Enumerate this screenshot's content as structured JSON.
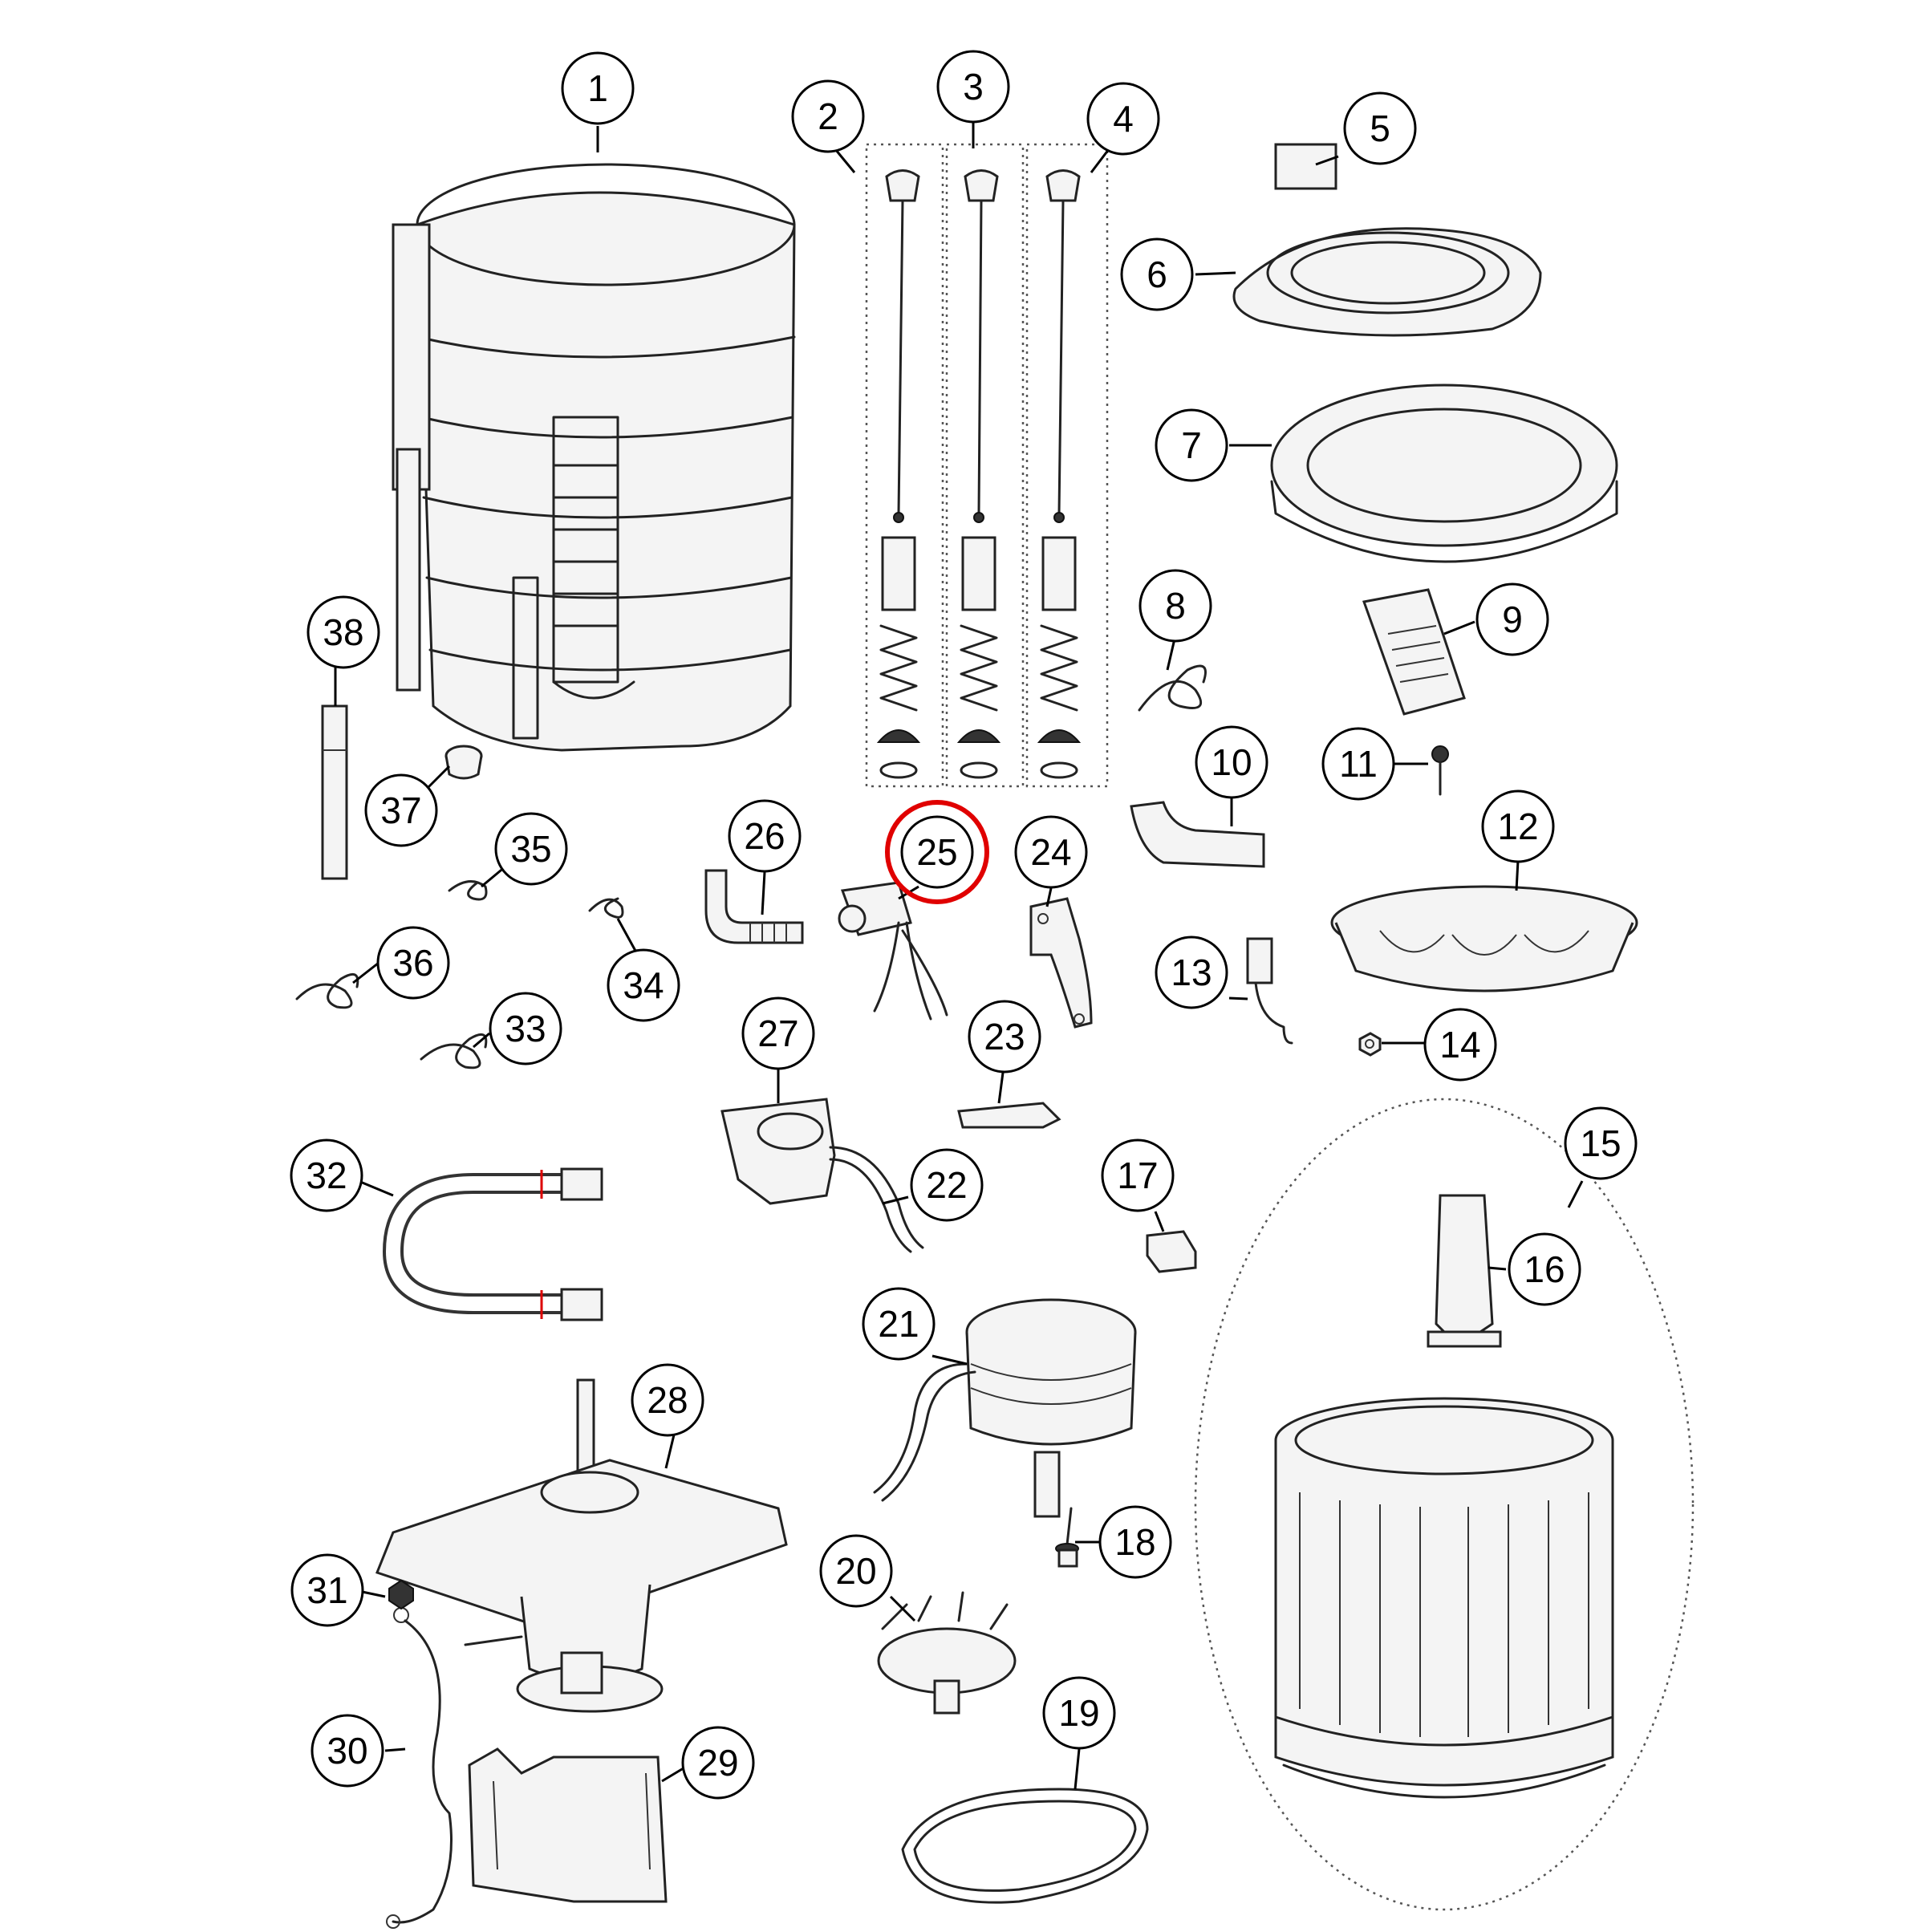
{
  "diagram": {
    "callouts": [
      "1",
      "2",
      "3",
      "4",
      "5",
      "6",
      "7",
      "8",
      "9",
      "10",
      "11",
      "12",
      "13",
      "14",
      "15",
      "16",
      "17",
      "18",
      "19",
      "20",
      "21",
      "22",
      "23",
      "24",
      "25",
      "26",
      "27",
      "28",
      "29",
      "30",
      "31",
      "32",
      "33",
      "34",
      "35",
      "36",
      "37",
      "38"
    ],
    "highlighted_callout": "25",
    "highlight_color": "#e00000"
  }
}
